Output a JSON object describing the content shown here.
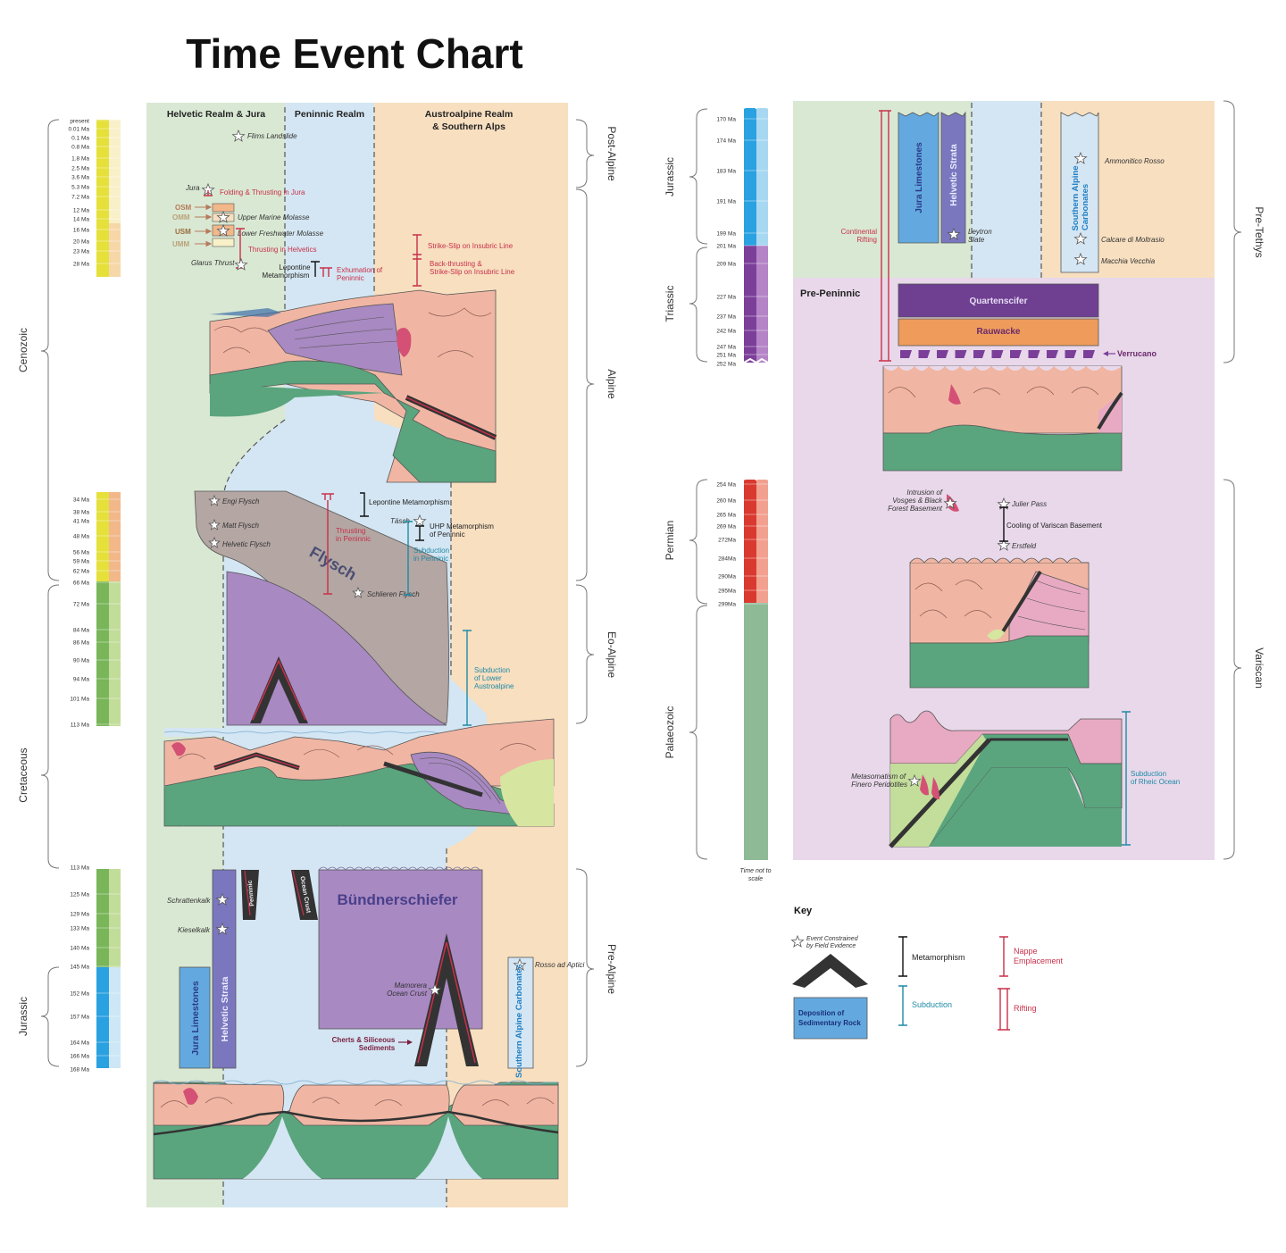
{
  "title": "Time Event Chart",
  "left_ages_top": [
    "present",
    "0.01 Ma",
    "0.1 Ma",
    "0.8 Ma",
    "1.8 Ma",
    "2.5 Ma",
    "3.6 Ma",
    "5.3 Ma",
    "7.2 Ma",
    "12 Ma",
    "14 Ma",
    "16 Ma",
    "20 Ma",
    "23 Ma",
    "28 Ma"
  ],
  "left_ages_mid": [
    "34 Ma",
    "38 Ma",
    "41 Ma",
    "48 Ma",
    "56 Ma",
    "59 Ma",
    "62 Ma",
    "66 Ma",
    "72 Ma",
    "84 Ma",
    "86 Ma",
    "90 Ma",
    "94 Ma",
    "101 Ma",
    "113 Ma"
  ],
  "left_ages_bot": [
    "113 Ma",
    "125 Ma",
    "129 Ma",
    "133 Ma",
    "140 Ma",
    "145 Ma",
    "152 Ma",
    "157 Ma",
    "164 Ma",
    "166 Ma",
    "168 Ma"
  ],
  "right_ages_top": [
    "170 Ma",
    "174 Ma",
    "183 Ma",
    "191 Ma",
    "199 Ma",
    "201 Ma",
    "209 Ma",
    "227 Ma",
    "237 Ma",
    "242 Ma",
    "247 Ma",
    "251 Ma",
    "252 Ma"
  ],
  "right_ages_bot": [
    "254 Ma",
    "260 Ma",
    "265 Ma",
    "269 Ma",
    "272Ma",
    "284Ma",
    "290Ma",
    "295Ma",
    "299Ma"
  ],
  "eras_left": {
    "cenozoic": "Cenozoic",
    "cretaceous": "Cretaceous",
    "jurassic": "Jurassic"
  },
  "eras_right": {
    "jurassic": "Jurassic",
    "triassic": "Triassic",
    "permian": "Permian",
    "palaeozoic": "Palaeozoic"
  },
  "phases": {
    "post_alpine": "Post-Alpine",
    "alpine": "Alpine",
    "eo_alpine": "Eo-Alpine",
    "pre_alpine": "Pre-Alpine",
    "pre_tethys": "Pre-Tethys",
    "variscan": "Variscan"
  },
  "realms": {
    "helvetic": "Helvetic Realm & Jura",
    "penninic": "Peninnic Realm",
    "austroalpine_1": "Austroalpine Realm",
    "austroalpine_2": "& Southern Alps"
  },
  "labels_top": {
    "flims": "Flims Landslide",
    "jura": "Jura",
    "folding": "Folding & Thrusting in Jura",
    "osm": "OSM",
    "omm": "OMM",
    "usm": "USM",
    "umm": "UMM",
    "upper_marine": "Upper Marine Molasse",
    "lower_fresh": "Lower Freshwater Molasse",
    "thrusting_helv": "Thrusting in Helvetics",
    "glarus": "Glarus Thrust",
    "lepontine_1": "Lepontine",
    "lepontine_2": "Metamorphism",
    "exhum_1": "Exhumation of",
    "exhum_2": "Peninnic",
    "strike": "Strike-Slip on Insubric Line",
    "back_1": "Back-thrusting &",
    "back_2": "Strike-Slip on Insubric Line"
  },
  "labels_mid": {
    "engi": "Engi Flysch",
    "matt": "Matt Flysch",
    "helv_flysch": "Helvetic Flysch",
    "flysch": "Flysch",
    "schlieren": "Schlieren Flysch",
    "lepontine_meta": "Lepontine Metamorphism",
    "tasch": "Täsch",
    "uhp_1": "UHP Metamorphism",
    "uhp_2": "of Peninnic",
    "thr_pen_1": "Thrusting",
    "thr_pen_2": "in Peninnic",
    "sub_pen_1": "Subduction",
    "sub_pen_2": "in Penninic",
    "sub_low_1": "Subduction",
    "sub_low_2": "of Lower",
    "sub_low_3": "Austroalpine"
  },
  "labels_bot": {
    "schratten": "Schrattenkalk",
    "kiesel": "Kieselkalk",
    "jura_lime": "Jura Limestones",
    "helv_strata": "Helvetic Strata",
    "penninic_tag": "Penninic",
    "ocean_crust": "Ocean Crust",
    "bundner": "Bündnerschiefer",
    "mamorera_1": "Mamorera",
    "mamorera_2": "Ocean Crust",
    "cherts_1": "Cherts & Siliceous",
    "cherts_2": "Sediments",
    "rosso": "Rosso ad Aptici",
    "south_carb": "Southern Alpine Carbonates"
  },
  "labels_right": {
    "jura_lime": "Jura Limestones",
    "helv_strata": "Helvetic Strata",
    "south_carb_1": "Southern Alpine",
    "south_carb_2": "Carbonates",
    "ammonitico": "Ammonitico Rosso",
    "calcare": "Calcare di Moltrasio",
    "macchia": "Macchia Vecchia",
    "leytron_1": "Leytron",
    "leytron_2": "Slate",
    "cont_rift_1": "Continental",
    "cont_rift_2": "Rifting",
    "pre_peninnic": "Pre-Peninnic",
    "quarten": "Quartenscifer",
    "rauwacke": "Rauwacke",
    "verrucano": "Verrucano",
    "intrusion_1": "Intrusion of",
    "intrusion_2": "Vosges & Black",
    "intrusion_3": "Forest Basement",
    "julier": "Julier Pass",
    "cooling": "Cooling of Variscan Basement",
    "erstfeld": "Erstfeld",
    "metasom_1": "Metasomatism of",
    "metasom_2": "Finero Peridotites",
    "rheic_1": "Subduction",
    "rheic_2": "of Rheic Ocean",
    "not_scale_1": "Time not to",
    "not_scale_2": "scale"
  },
  "key": {
    "title": "Key",
    "field_1": "Event Constrained",
    "field_2": "by Field Evidence",
    "metamorphism": "Metamorphism",
    "nappe_1": "Nappe",
    "nappe_2": "Emplacement",
    "subduction": "Subduction",
    "rifting": "Rifting",
    "deposition_1": "Deposition of",
    "deposition_2": "Sedimentary Rock"
  },
  "colors": {
    "helvetic_bg": "#d9e8d3",
    "penninic_bg": "#d4e6f3",
    "austro_bg": "#f7dfc0",
    "preper_bg": "#e8d8ea",
    "crust": "#f0b6a3",
    "mantle": "#5aa57e",
    "nappe": "#c9304a",
    "subduction": "#1f8aa6",
    "purple": "#a889c2",
    "flysch": "#b3a6a3",
    "strata_blue": "#63a9df",
    "strata_purple": "#7a77bf"
  }
}
